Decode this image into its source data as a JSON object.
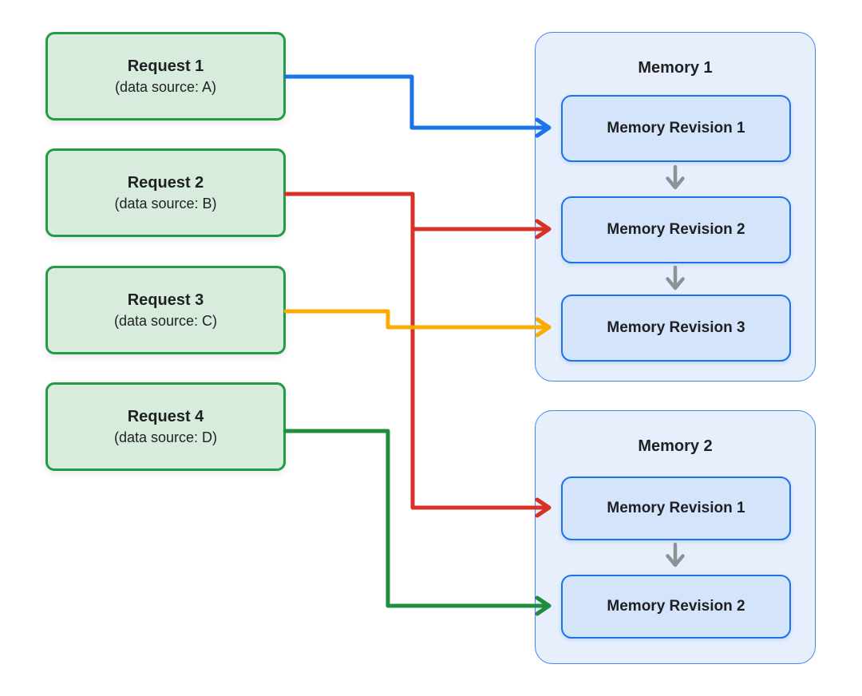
{
  "colors": {
    "page_background": "#ffffff",
    "text": "#1f2023",
    "request_fill": "#d7ecdc",
    "request_border": "#249b47",
    "memory_fill": "#e7eefc",
    "memory_border": "#4285f4",
    "revision_fill": "#d4e4fb",
    "revision_border": "#1a73e8",
    "arrow_blue": "#1a73e8",
    "arrow_red": "#d93025",
    "arrow_orange": "#f9ab00",
    "arrow_green": "#1e8e3e",
    "arrow_gray": "#8d9297"
  },
  "requests": [
    {
      "title": "Request 1",
      "subtitle": "(data source: A)"
    },
    {
      "title": "Request 2",
      "subtitle": "(data source: B)"
    },
    {
      "title": "Request 3",
      "subtitle": "(data source: C)"
    },
    {
      "title": "Request 4",
      "subtitle": "(data source: D)"
    }
  ],
  "memories": [
    {
      "title": "Memory 1",
      "revisions": [
        "Memory Revision 1",
        "Memory Revision 2",
        "Memory Revision 3"
      ]
    },
    {
      "title": "Memory 2",
      "revisions": [
        "Memory Revision 1",
        "Memory Revision 2"
      ]
    }
  ],
  "connections": [
    {
      "from": "Request 1",
      "to": "Memory 1 / Memory Revision 1",
      "color": "blue"
    },
    {
      "from": "Request 2",
      "to": "Memory 1 / Memory Revision 2",
      "color": "red"
    },
    {
      "from": "Request 2",
      "to": "Memory 2 / Memory Revision 1",
      "color": "red"
    },
    {
      "from": "Request 3",
      "to": "Memory 1 / Memory Revision 3",
      "color": "orange"
    },
    {
      "from": "Request 4",
      "to": "Memory 2 / Memory Revision 2",
      "color": "green"
    }
  ]
}
